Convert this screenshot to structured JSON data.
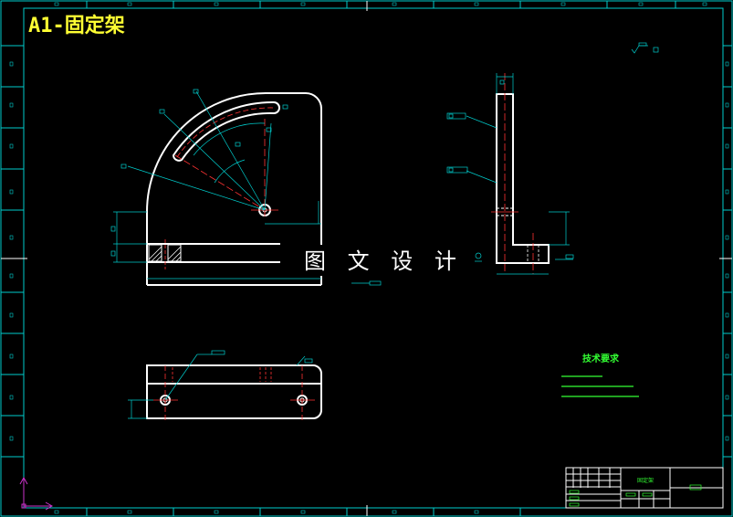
{
  "drawing_title": "A1-固定架",
  "watermark": "图 文 设 计",
  "tech_requirements": {
    "heading": "技术要求"
  },
  "title_block": {
    "part_name": "固定架"
  },
  "colors": {
    "background": "#000000",
    "outline": "#ffffff",
    "dimension": "#00cccc",
    "center_line": "#ff3333",
    "title": "#ffff33",
    "notes": "#33ff33",
    "ucs": "#cc33cc"
  }
}
